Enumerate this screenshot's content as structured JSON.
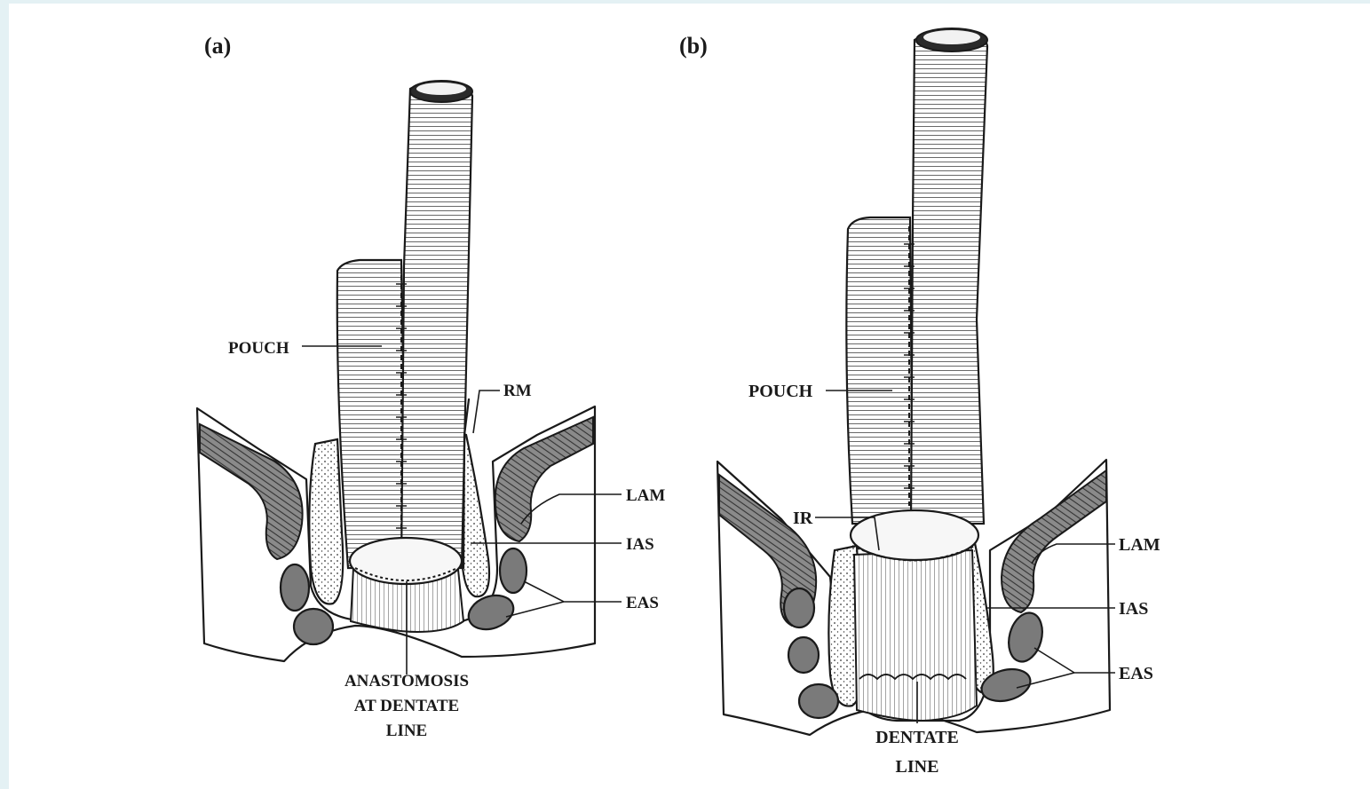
{
  "figure": {
    "panel_a": {
      "tag": "(a)",
      "labels": {
        "pouch": "POUCH",
        "rm": "RM",
        "lam": "LAM",
        "ias": "IAS",
        "eas": "EAS",
        "anastomosis_1": "ANASTOMOSIS",
        "anastomosis_2": "AT DENTATE",
        "anastomosis_3": "LINE"
      }
    },
    "panel_b": {
      "tag": "(b)",
      "labels": {
        "pouch": "POUCH",
        "ir": "IR",
        "lam": "LAM",
        "ias": "IAS",
        "eas": "EAS",
        "dentate_1": "DENTATE",
        "dentate_2": "LINE"
      }
    }
  }
}
